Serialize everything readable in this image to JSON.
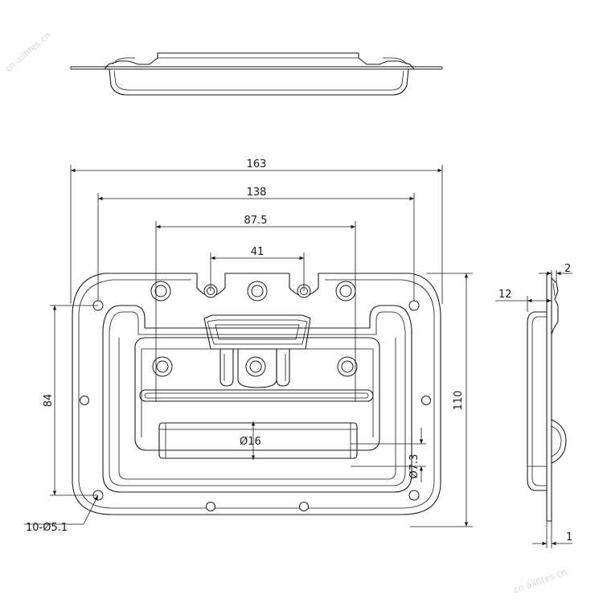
{
  "dimensions": {
    "overall_width": "163",
    "mount_span": "138",
    "inner_span": "87.5",
    "center_span": "41",
    "height": "110",
    "mount_height": "84",
    "hole_spec": "10-Ø5.1",
    "grip_diameter": "Ø16",
    "pin_diameter": "Ø7.3",
    "side_depth": "12",
    "side_thickness": "2",
    "plate_thickness": "1"
  },
  "watermark": "cn-ailfites.cn"
}
